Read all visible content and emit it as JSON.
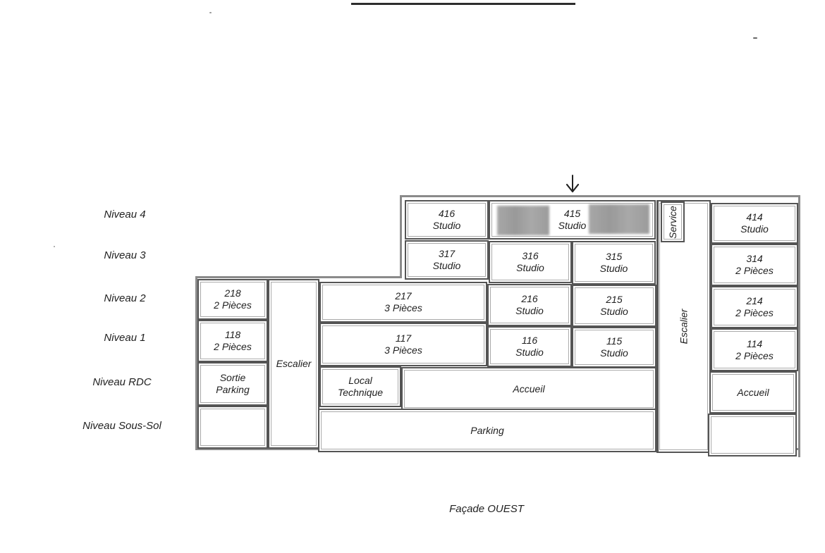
{
  "levels": [
    {
      "label": "Niveau 4"
    },
    {
      "label": "Niveau 3"
    },
    {
      "label": "Niveau 2"
    },
    {
      "label": "Niveau 1"
    },
    {
      "label": "Niveau RDC"
    },
    {
      "label": "Niveau Sous-Sol"
    }
  ],
  "rooms": {
    "r416": {
      "number": "416",
      "type": "Studio"
    },
    "r415": {
      "number": "415",
      "type": "Studio"
    },
    "service": {
      "label": "Service"
    },
    "r414": {
      "number": "414",
      "type": "Studio"
    },
    "r317": {
      "number": "317",
      "type": "Studio"
    },
    "r316": {
      "number": "316",
      "type": "Studio"
    },
    "r315": {
      "number": "315",
      "type": "Studio"
    },
    "r314": {
      "number": "314",
      "type": "2 Pièces"
    },
    "r218": {
      "number": "218",
      "type": "2 Pièces"
    },
    "r217": {
      "number": "217",
      "type": "3 Pièces"
    },
    "r216": {
      "number": "216",
      "type": "Studio"
    },
    "r215": {
      "number": "215",
      "type": "Studio"
    },
    "r214": {
      "number": "214",
      "type": "2 Pièces"
    },
    "r118": {
      "number": "118",
      "type": "2 Pièces"
    },
    "r117": {
      "number": "117",
      "type": "3 Pièces"
    },
    "r116": {
      "number": "116",
      "type": "Studio"
    },
    "r115": {
      "number": "115",
      "type": "Studio"
    },
    "r114": {
      "number": "114",
      "type": "2 Pièces"
    },
    "sortie_parking": {
      "line1": "Sortie",
      "line2": "Parking"
    },
    "local_technique": {
      "line1": "Local",
      "line2": "Technique"
    },
    "accueil_main": {
      "label": "Accueil"
    },
    "accueil_right": {
      "label": "Accueil"
    },
    "parking": {
      "label": "Parking"
    },
    "escalier_left": {
      "label": "Escalier"
    },
    "escalier_right": {
      "label": "Escalier"
    }
  },
  "caption": "Façade OUEST",
  "icons": {
    "arrow": "down-arrow-icon"
  }
}
